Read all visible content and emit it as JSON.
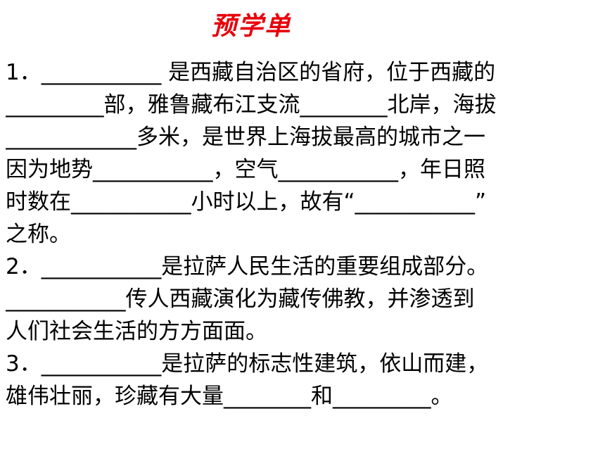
{
  "title": {
    "text": "预学单",
    "color": "#e8000b"
  },
  "lines": [
    {
      "text": "1．___________ 是西藏自治区的省府，位于西藏的"
    },
    {
      "text": "_________部，雅鲁藏布江支流________北岸，海拔"
    },
    {
      "text": "____________多米，是世界上海拔最高的城市之一"
    },
    {
      "text": "因为地势___________，空气___________，年日照"
    },
    {
      "text": "时数在___________小时以上，故有“___________”"
    },
    {
      "text": "之称。"
    },
    {
      "text": "2．___________是拉萨人民生活的重要组成部分。"
    },
    {
      "text": "___________传人西藏演化为藏传佛教，并渗透到"
    },
    {
      "text": "人们社会生活的方方面面。"
    },
    {
      "text": "3．___________是拉萨的标志性建筑，依山而建，"
    },
    {
      "text": "雄伟壮丽，珍藏有大量________和_________。"
    }
  ]
}
